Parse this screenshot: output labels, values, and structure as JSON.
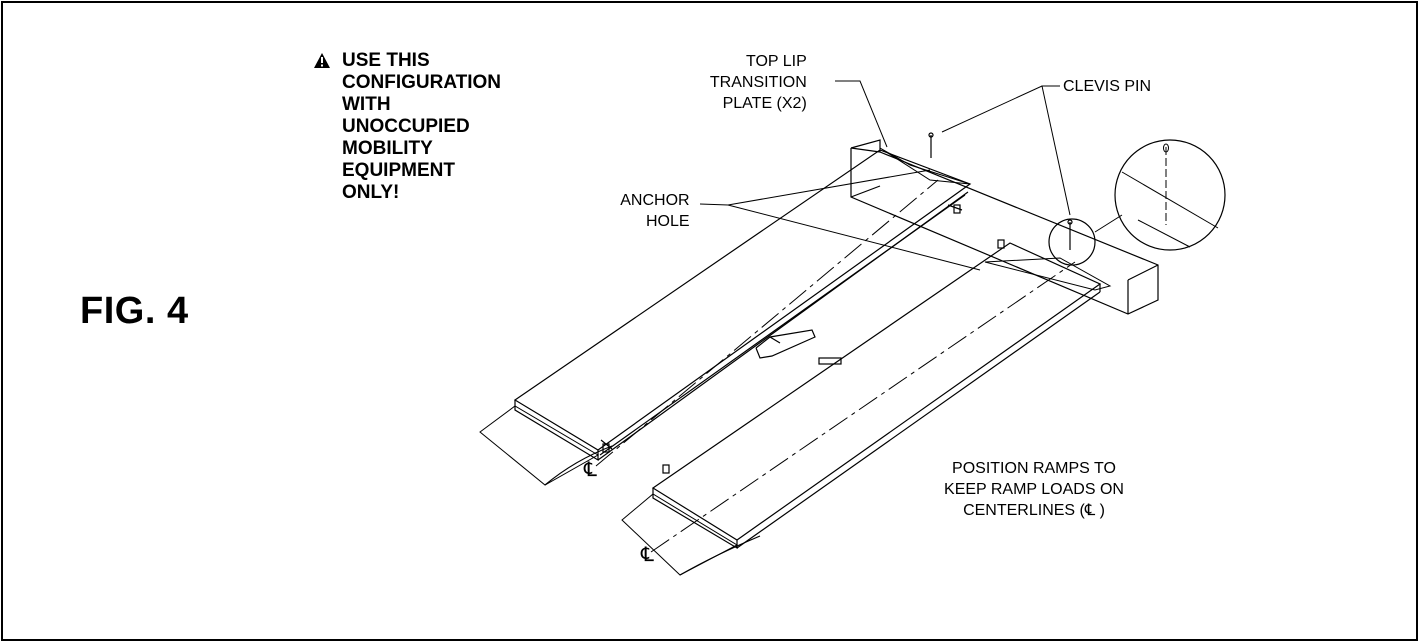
{
  "figure": {
    "title": "FIG. 4"
  },
  "warning": {
    "icon": "warning-triangle-icon",
    "lines": [
      "USE THIS",
      "CONFIGURATION",
      "WITH",
      "UNOCCUPIED",
      "MOBILITY",
      "EQUIPMENT",
      "ONLY!"
    ]
  },
  "callouts": {
    "top_lip": [
      "TOP LIP",
      "TRANSITION",
      "PLATE (X2)"
    ],
    "clevis_pin": "CLEVIS PIN",
    "anchor_hole": [
      "ANCHOR",
      "HOLE"
    ],
    "position_note": [
      "POSITION RAMPS TO",
      "KEEP RAMP LOADS ON",
      "CENTERLINES (℄ )"
    ],
    "centerline_symbol": "℄"
  }
}
